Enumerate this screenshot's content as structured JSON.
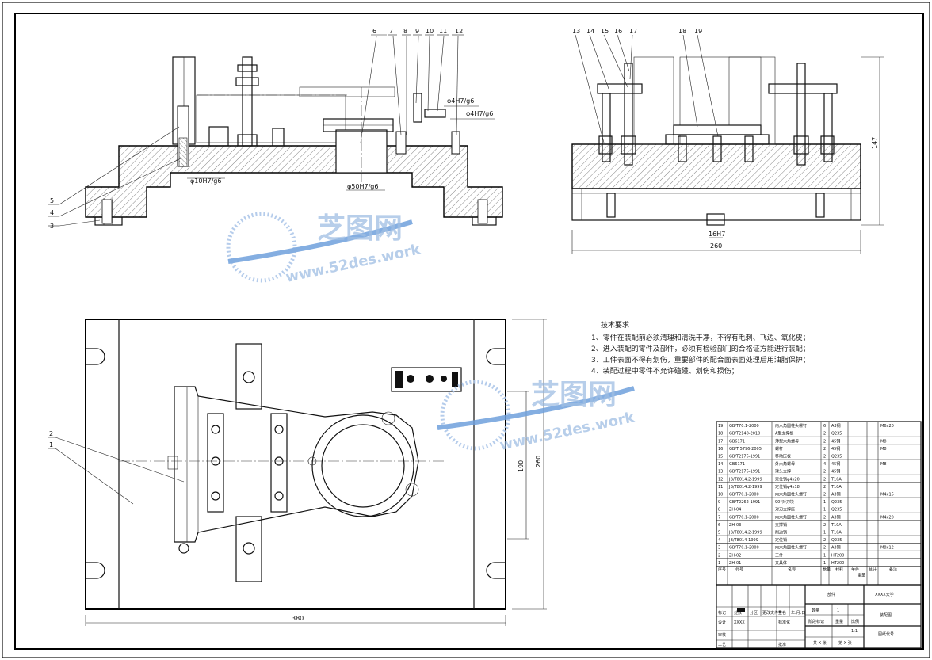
{
  "front_view": {
    "part_numbers_top": [
      "6",
      "7",
      "8",
      "9",
      "10",
      "11",
      "12"
    ],
    "part_numbers_left": [
      "5",
      "4",
      "3"
    ],
    "fits": [
      "φ4H7/g6",
      "φ4H7/g6",
      "φ10H7/g6",
      "φ50H7/g6"
    ]
  },
  "side_view": {
    "part_numbers_top": [
      "13",
      "14",
      "15",
      "16",
      "17",
      "18",
      "19"
    ],
    "dims": [
      "147",
      "260",
      "16H7"
    ]
  },
  "plan_view": {
    "part_numbers_left": [
      "2",
      "1"
    ],
    "dims": [
      "380",
      "190",
      "260"
    ]
  },
  "tech_requirements": {
    "title": "技术要求",
    "lines": [
      "1、零件在装配前必须清理和清洗干净，不得有毛刺、飞边、氧化皮；",
      "2、进入装配的零件及部件，必须有检验部门的合格证方能进行装配；",
      "3、工件表面不得有划伤，重要部件的配合面表面处理后用油脂保护；",
      "4、装配过程中零件不允许磕碰、划伤和损伤；"
    ]
  },
  "watermark": {
    "brand": "芝图网",
    "url": "www.52des.work"
  },
  "bom": {
    "rows": [
      [
        "19",
        "GB/T70.1-2000",
        "内六角圆柱头螺钉",
        "6",
        "A3钢",
        "M6x20"
      ],
      [
        "18",
        "GB/T2148-2010",
        "A型支撑板",
        "2",
        "Q235",
        ""
      ],
      [
        "17",
        "GB6171",
        "薄型六角螺母",
        "2",
        "45钢",
        "M8"
      ],
      [
        "16",
        "GB/T 5796-2005",
        "螺杆",
        "2",
        "45钢",
        "M8"
      ],
      [
        "15",
        "GB/T2175-1991",
        "移动压板",
        "2",
        "Q235",
        ""
      ],
      [
        "14",
        "GB6171",
        "外六角螺母",
        "4",
        "45钢",
        "M8"
      ],
      [
        "13",
        "GB/T2175-1991",
        "球头支撑",
        "2",
        "45钢",
        ""
      ],
      [
        "12",
        "JB/T8014.2-1999",
        "定位销φ4x20",
        "2",
        "T10A",
        ""
      ],
      [
        "11",
        "JB/T8014.2-1999",
        "定位销φ4x18",
        "2",
        "T10A",
        ""
      ],
      [
        "10",
        "GB/T70.1-2000",
        "内六角圆柱头螺钉",
        "2",
        "A3钢",
        "M4x15"
      ],
      [
        "9",
        "GB/T2262-1991",
        "90°对刀块",
        "1",
        "Q235",
        ""
      ],
      [
        "8",
        "ZH-04",
        "对刀支撑座",
        "1",
        "Q235",
        ""
      ],
      [
        "7",
        "GB/T70.1-2000",
        "内六角圆柱头螺钉",
        "2",
        "A3钢",
        "M4x20"
      ],
      [
        "6",
        "ZH-03",
        "支撑销",
        "2",
        "T10A",
        ""
      ],
      [
        "5",
        "JB/T8014.2-1999",
        "削边销",
        "1",
        "T10A",
        ""
      ],
      [
        "4",
        "JB/T8014-1999",
        "定位销",
        "2",
        "Q235",
        ""
      ],
      [
        "3",
        "GB/T70.1-2000",
        "内六角圆柱头螺钉",
        "2",
        "A3钢",
        "M8x12"
      ],
      [
        "2",
        "ZH-02",
        "工件",
        "1",
        "HT200",
        ""
      ],
      [
        "1",
        "ZH-01",
        "夹具体",
        "1",
        "HT200",
        ""
      ]
    ],
    "header": [
      "序号",
      "代号",
      "名称",
      "数量",
      "材料",
      "单件",
      "总计",
      "备注"
    ],
    "header_sub": "重量"
  },
  "title_block": {
    "part_label": "部件",
    "school": "XXXX大学",
    "qty_label": "数量",
    "qty_value": "1",
    "drawing_name": "装配图",
    "scale_label": "比例",
    "scale_value": "1:1",
    "weight_label": "重量",
    "drawing_no_label": "图纸代号",
    "sheets_left": "共 X 张",
    "sheets_right": "第 X 张",
    "rev_cols": [
      "标记",
      "处数",
      "分区",
      "更改文件号",
      "签名",
      "年.月.日"
    ],
    "design_label": "设计",
    "design_name": "XXXX",
    "std_label": "标准化",
    "review_label": "审核",
    "process_label": "工艺",
    "approve_label": "批准",
    "stage_label": "阶段标记"
  }
}
